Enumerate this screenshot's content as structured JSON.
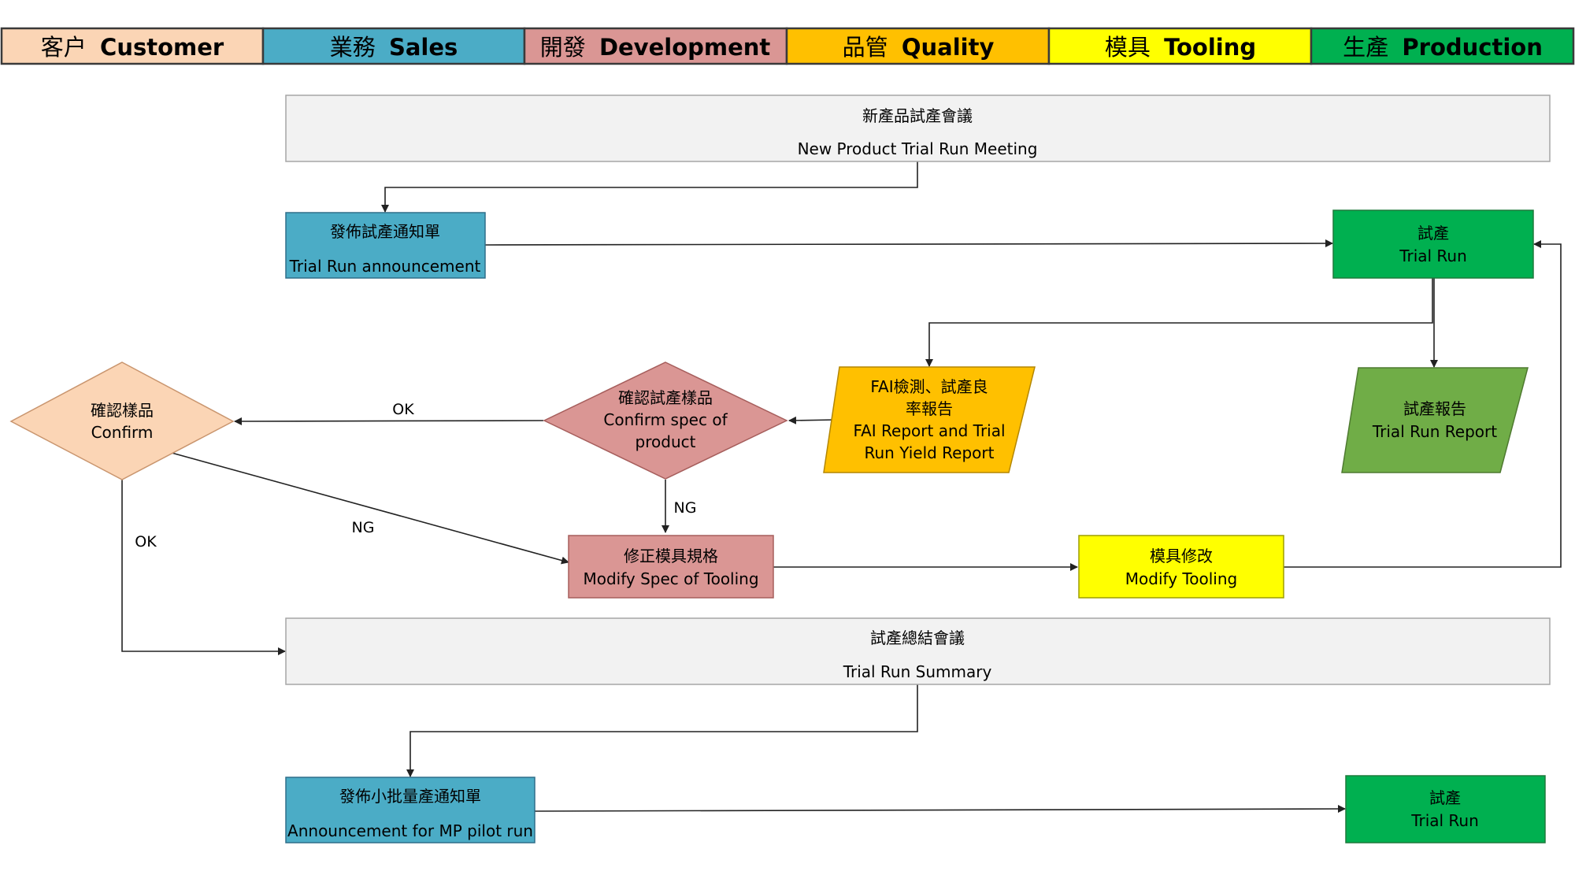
{
  "lanes": [
    {
      "zh": "客户",
      "en": "Customer",
      "color": "#FBD5B5"
    },
    {
      "zh": "業務",
      "en": "Sales",
      "color": "#4BACC6"
    },
    {
      "zh": "開發",
      "en": "Development",
      "color": "#DA9694"
    },
    {
      "zh": "品管",
      "en": "Quality",
      "color": "#FFC000"
    },
    {
      "zh": "模具",
      "en": "Tooling",
      "color": "#FFFF00"
    },
    {
      "zh": "生產",
      "en": "Production",
      "color": "#00B050"
    }
  ],
  "nodes": {
    "meeting": {
      "zh": "新產品試產會議",
      "en": "New Product Trial Run Meeting",
      "color": "#F2F2F2"
    },
    "announcement": {
      "zh": "發佈試產通知單",
      "en": "Trial Run announcement",
      "color": "#4BACC6"
    },
    "trial_run": {
      "zh": "試產",
      "en": "Trial Run",
      "color": "#00B050"
    },
    "fai_report": {
      "line1": "FAI檢測、試產良",
      "line2": "率報告",
      "line3": "FAI Report and Trial",
      "line4": "Run Yield Report",
      "color": "#FFC000"
    },
    "trial_report": {
      "zh": "試產報告",
      "en": "Trial Run Report",
      "color": "#70AD47"
    },
    "confirm_spec": {
      "zh": "確認試產樣品",
      "en1": "Confirm spec of",
      "en2": "product",
      "color": "#DA9694"
    },
    "confirm_sample": {
      "zh": "確認樣品",
      "en": "Confirm",
      "color": "#FBD5B5"
    },
    "modify_spec": {
      "zh": "修正模具規格",
      "en": "Modify Spec of Tooling",
      "color": "#DA9694"
    },
    "modify_tooling": {
      "zh": "模具修改",
      "en": "Modify Tooling",
      "color": "#FFFF00"
    },
    "summary": {
      "zh": "試產總結會議",
      "en": "Trial Run Summary",
      "color": "#F2F2F2"
    },
    "mp_announcement": {
      "zh": "發佈小批量產通知單",
      "en": "Announcement for MP pilot run",
      "color": "#4BACC6"
    },
    "trial_run_2": {
      "zh": "試產",
      "en": "Trial Run",
      "color": "#00B050"
    }
  },
  "edge_labels": {
    "ok_spec_to_confirm": "OK",
    "ng_spec_to_modify": "NG",
    "ng_confirm_to_modify": "NG",
    "ok_confirm_to_summary": "OK"
  }
}
